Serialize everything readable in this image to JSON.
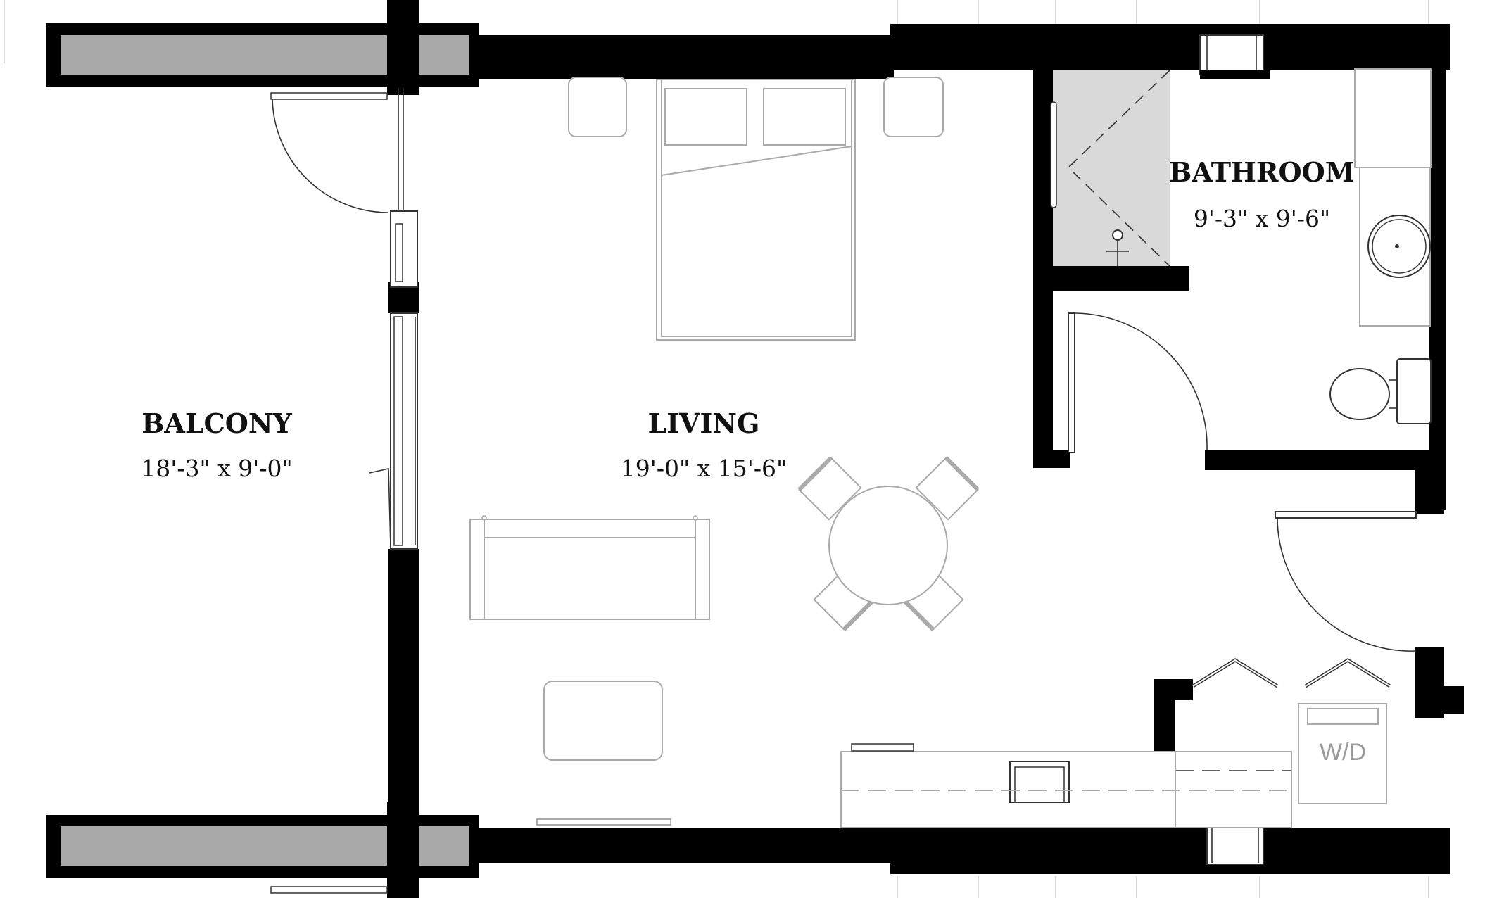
{
  "rooms": {
    "balcony": {
      "name": "BALCONY",
      "dims": "18'-3\" x 9'-0\""
    },
    "living": {
      "name": "LIVING",
      "dims": "19'-0\" x 15'-6\""
    },
    "bathroom": {
      "name": "BATHROOM",
      "dims": "9'-3\" x 9'-6\""
    }
  },
  "appliances": {
    "washer_dryer": "W/D"
  },
  "colors": {
    "wall": "#000000",
    "balcony_parapet": "#a9a9a9",
    "shower": "#d9d9d9",
    "furniture": "#aaaaaa"
  }
}
